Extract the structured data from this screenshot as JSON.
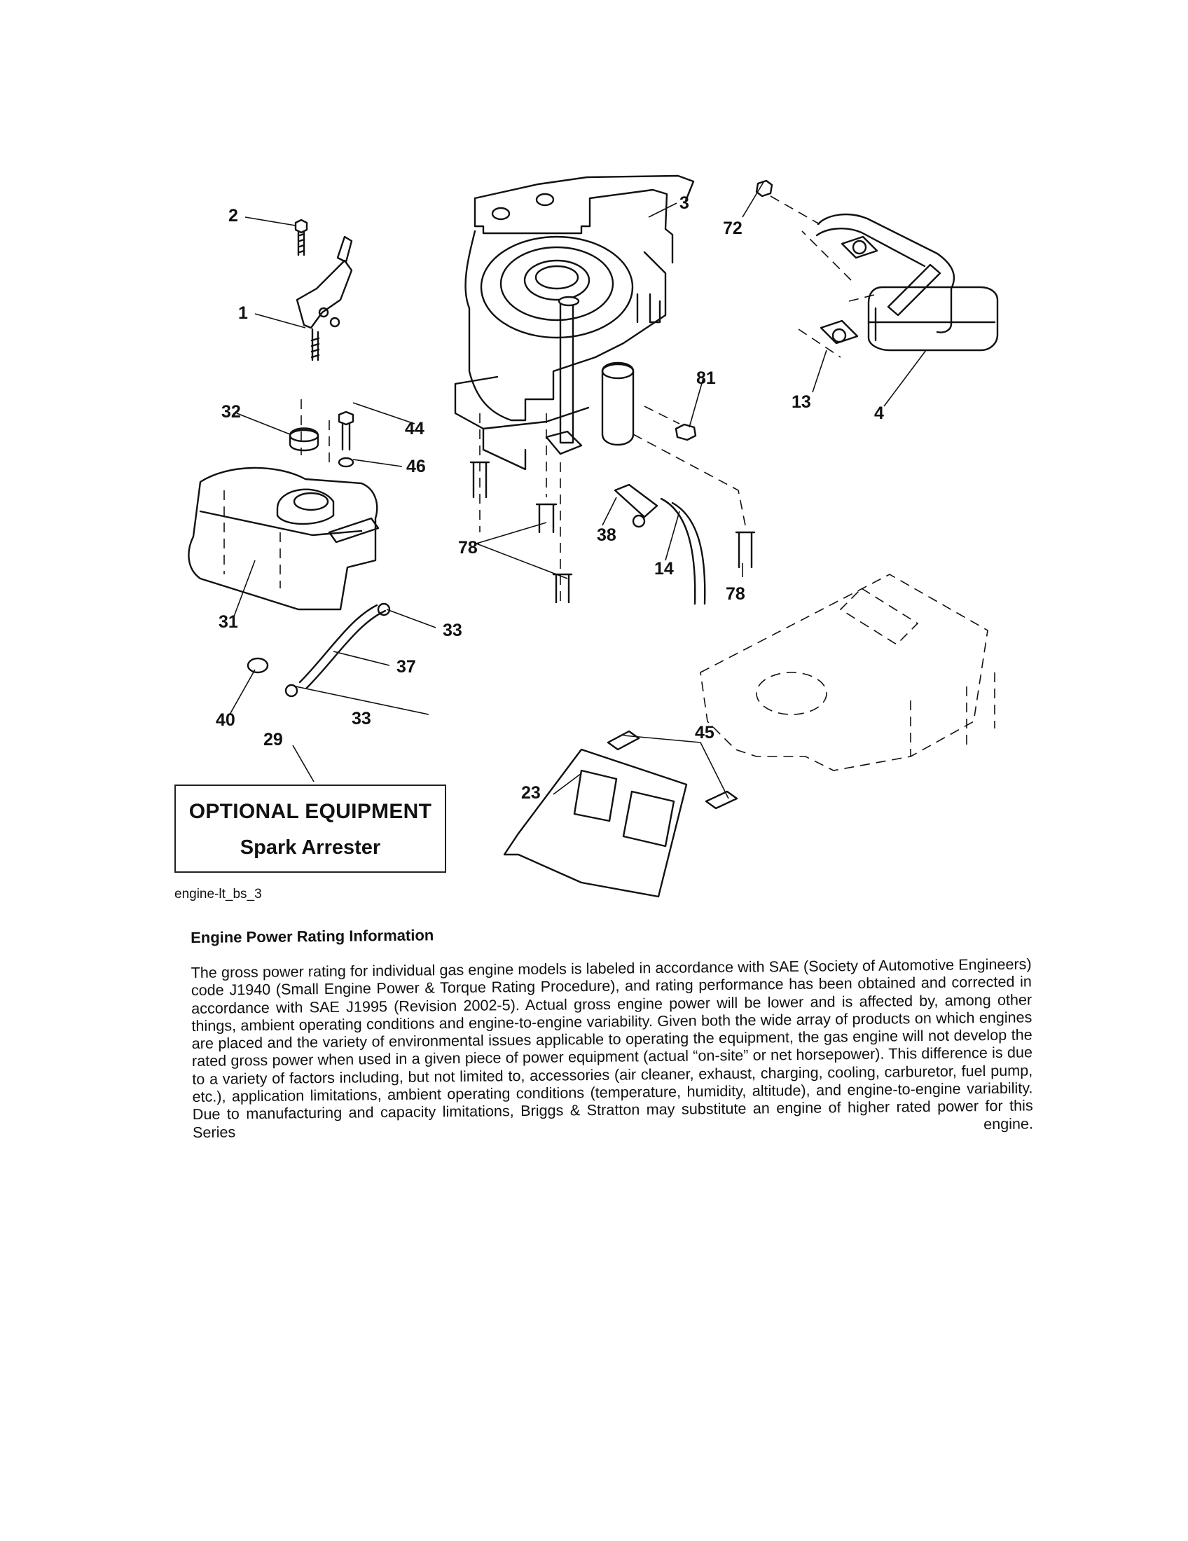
{
  "diagram": {
    "figure_id": "engine-lt_bs_3",
    "optional_equipment": {
      "title": "OPTIONAL EQUIPMENT",
      "item": "Spark Arrester"
    },
    "callouts": [
      "1",
      "2",
      "3",
      "4",
      "13",
      "14",
      "23",
      "29",
      "31",
      "32",
      "33",
      "33",
      "37",
      "38",
      "40",
      "44",
      "45",
      "46",
      "72",
      "78",
      "78",
      "81"
    ]
  },
  "section": {
    "title": "Engine Power Rating Information",
    "body": "The gross power rating for individual gas engine models is labeled in accordance with SAE (Society of Automotive Engineers) code J1940 (Small Engine Power & Torque Rating Procedure), and rating performance has been obtained and corrected in accordance with SAE J1995 (Revision 2002-5). Actual gross engine power will be lower and is affected by, among other things, ambient operating conditions and engine-to-engine variability. Given both the wide array of products on which engines are placed and the variety of environmental issues applicable to operating the equipment, the gas engine will not develop the rated gross power when used in a given piece of power equipment (actual “on-site” or net horsepower). This difference is due to a variety of factors including, but not limited to, accessories (air cleaner, exhaust, charging, cooling, carburetor, fuel pump, etc.), application limitations, ambient operating conditions (temperature, humidity, altitude), and engine-to-engine variability. Due to manufacturing and capacity limitations, Briggs & Stratton may substitute an engine of higher rated power for this Series engine."
  }
}
